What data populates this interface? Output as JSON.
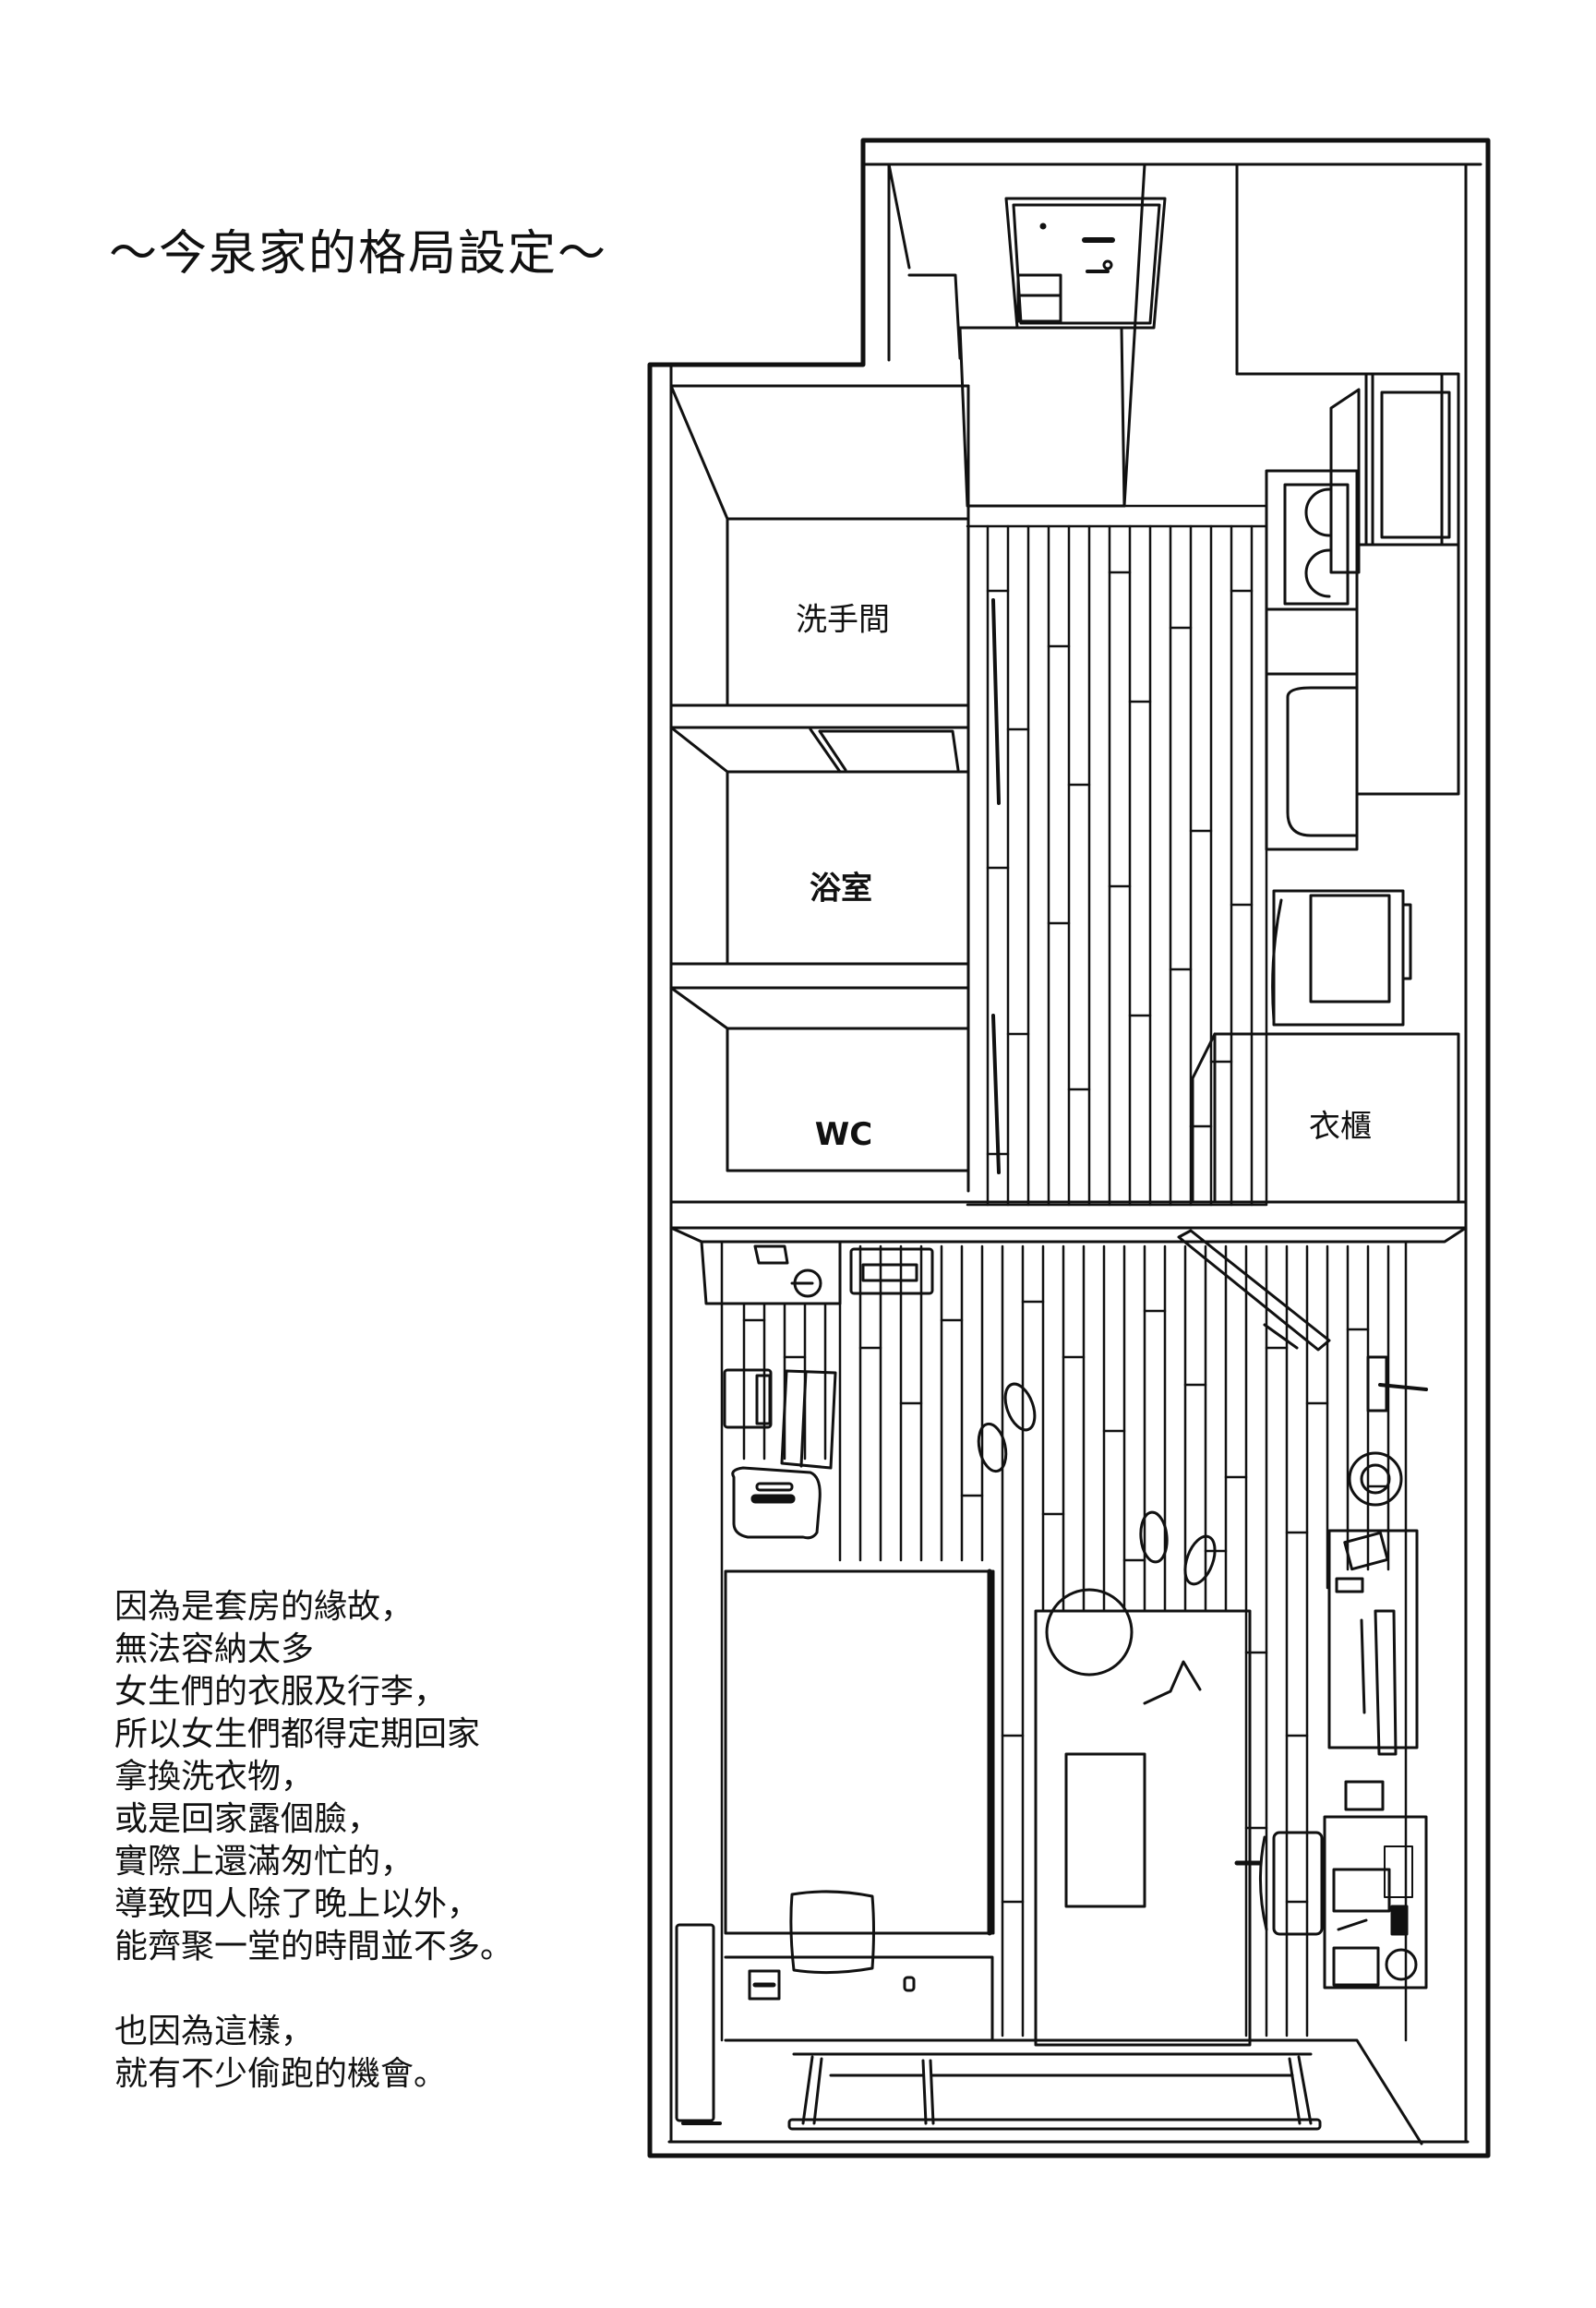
{
  "page": {
    "title": "～今泉家的格局設定～",
    "description": {
      "paragraph1": [
        "因為是套房的緣故，",
        "無法容納太多",
        "女生們的衣服及行李，",
        "所以女生們都得定期回家",
        "拿換洗衣物，",
        "或是回家露個臉，",
        "實際上還滿匆忙的，",
        "導致四人除了晚上以外，",
        "能齊聚一堂的時間並不多。"
      ],
      "paragraph2": [
        "也因為這樣，",
        "就有不少偷跑的機會。"
      ]
    }
  },
  "floor_plan": {
    "rooms": [
      {
        "id": "washroom",
        "label": "洗手間"
      },
      {
        "id": "bathroom",
        "label": "浴室"
      },
      {
        "id": "toilet",
        "label": "WC"
      },
      {
        "id": "closet",
        "label": "衣櫃"
      }
    ],
    "fixtures": [
      "entrance-door",
      "shoe-cabinet",
      "kitchen-stove",
      "kitchen-sink",
      "refrigerator",
      "room-door",
      "air-conditioner",
      "suitcases",
      "slippers",
      "bed",
      "pillow",
      "low-table",
      "floor-cushion",
      "desk",
      "chair",
      "tv",
      "balcony-window",
      "floor-lamp",
      "wall-clock"
    ],
    "line_color": "#111111",
    "background_color": "#ffffff"
  }
}
